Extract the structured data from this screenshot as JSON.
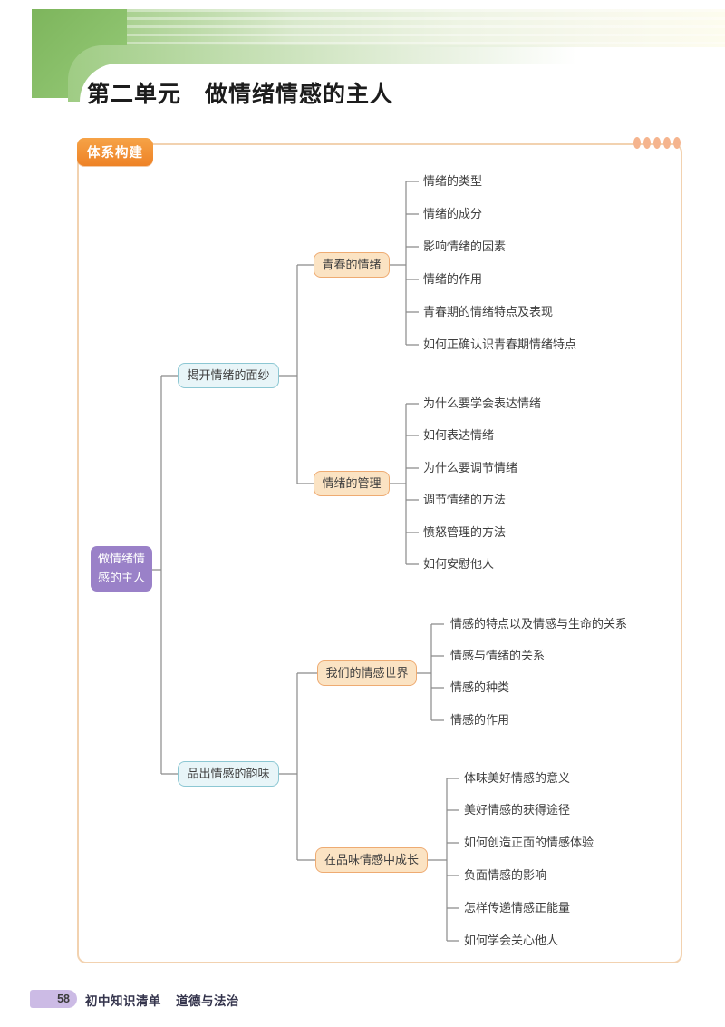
{
  "header": {
    "unit_label": "第二单元",
    "unit_title": "做情绪情感的主人",
    "section_badge": "体系构建"
  },
  "footer": {
    "page_number": "58",
    "series_title": "初中知识清单",
    "subject_title": "道德与法治"
  },
  "colors": {
    "accent_orange": "#ee8226",
    "frame_border": "#f2d2b0",
    "root_purple": "#9a81c8",
    "level1_fill": "#e8f5f8",
    "level1_border": "#8cc7d3",
    "level2_fill": "#fbe3c3",
    "level2_border": "#eeab72",
    "connector_gray": "#8a8a8a",
    "header_green": "#82ba60",
    "page_pill_purple": "#ccbbe5"
  },
  "mindmap": {
    "root": {
      "label": "做情绪情感的主人"
    },
    "branches": [
      {
        "label": "揭开情绪的面纱",
        "children": [
          {
            "label": "青春的情绪",
            "leaves": [
              "情绪的类型",
              "情绪的成分",
              "影响情绪的因素",
              "情绪的作用",
              "青春期的情绪特点及表现",
              "如何正确认识青春期情绪特点"
            ]
          },
          {
            "label": "情绪的管理",
            "leaves": [
              "为什么要学会表达情绪",
              "如何表达情绪",
              "为什么要调节情绪",
              "调节情绪的方法",
              "愤怒管理的方法",
              "如何安慰他人"
            ]
          }
        ]
      },
      {
        "label": "品出情感的韵味",
        "children": [
          {
            "label": "我们的情感世界",
            "leaves": [
              "情感的特点以及情感与生命的关系",
              "情感与情绪的关系",
              "情感的种类",
              "情感的作用"
            ]
          },
          {
            "label": "在品味情感中成长",
            "leaves": [
              "体味美好情感的意义",
              "美好情感的获得途径",
              "如何创造正面的情感体验",
              "负面情感的影响",
              "怎样传递情感正能量",
              "如何学会关心他人"
            ]
          }
        ]
      }
    ]
  }
}
